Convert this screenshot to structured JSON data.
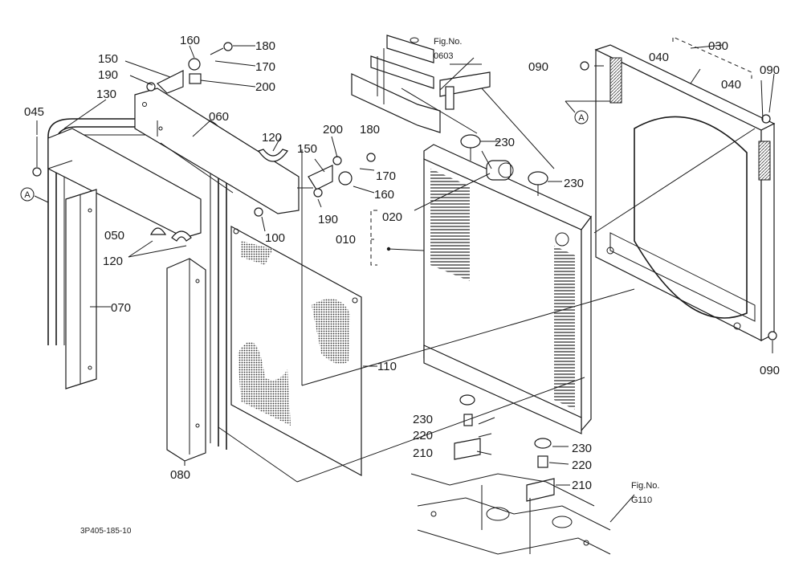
{
  "diagram": {
    "drawing_code": "3P405-185-10",
    "fig_refs": [
      {
        "label": "Fig.No.",
        "number": "0603"
      },
      {
        "label": "Fig.No.",
        "number": "G110"
      }
    ],
    "section_markers": [
      "A",
      "A"
    ],
    "part_labels": {
      "p010": "010",
      "p020": "020",
      "p030": "030",
      "p040a": "040",
      "p040b": "040",
      "p045": "045",
      "p050": "050",
      "p060": "060",
      "p070": "070",
      "p080": "080",
      "p090a": "090",
      "p090b": "090",
      "p090c": "090",
      "p100": "100",
      "p110": "110",
      "p120a": "120",
      "p120b": "120",
      "p130": "130",
      "p150a": "150",
      "p150b": "150",
      "p160a": "160",
      "p160b": "160",
      "p170a": "170",
      "p170b": "170",
      "p180a": "180",
      "p180b": "180",
      "p190a": "190",
      "p190b": "190",
      "p200a": "200",
      "p200b": "200",
      "p210a": "210",
      "p210b": "210",
      "p220a": "220",
      "p220b": "220",
      "p230a": "230",
      "p230b": "230",
      "p230c": "230",
      "p230d": "230"
    }
  }
}
